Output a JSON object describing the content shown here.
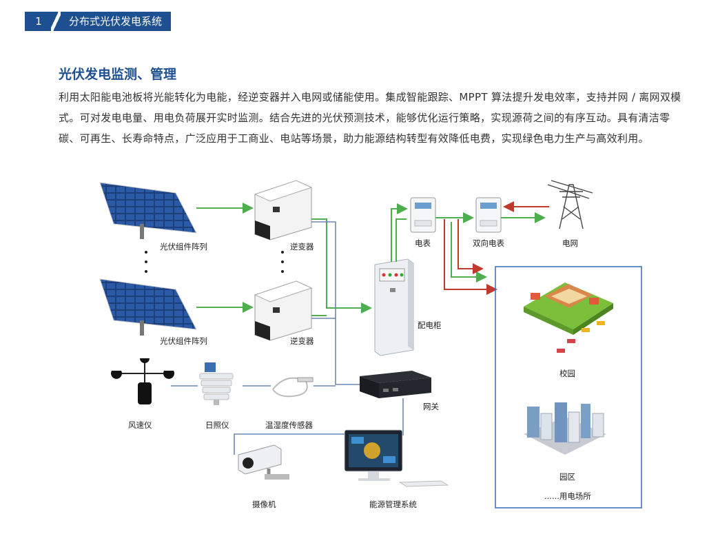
{
  "header": {
    "number": "1",
    "title": "分布式光伏发电系统"
  },
  "section": {
    "title": "光伏发电监测、管理",
    "description": "利用太阳能电池板将光能转化为电能，经逆变器并入电网或储能使用。集成智能跟踪、MPPT 算法提升发电效率，支持并网 / 离网双模式。可对发电电量、用电负荷展开实时监测。结合先进的光伏预测技术，能够优化运行策略，实现源荷之间的有序互动。具有清洁零碳、可再生、长寿命特点，广泛应用于工商业、电站等场景，助力能源结构转型有效降低电费，实现绿色电力生产与高效利用。"
  },
  "diagram": {
    "pv_array_1": "光伏组件阵列",
    "pv_array_2": "光伏组件阵列",
    "inverter_1": "逆变器",
    "inverter_2": "逆变器",
    "meter": "电表",
    "bidirectional_meter": "双向电表",
    "grid": "电网",
    "distribution_cabinet": "配电柜",
    "gateway": "网关",
    "anemometer": "风速仪",
    "pyranometer": "日照仪",
    "temp_humidity_sensor": "温湿度传感器",
    "camera": "摄像机",
    "ems": "能源管理系统",
    "campus": "校园",
    "park": "园区",
    "other_loads": "......用电场所"
  },
  "colors": {
    "brand": "#1d4f91",
    "flow_green": "#4cae4c",
    "flow_red": "#c0392b",
    "wire": "#6b86b5"
  }
}
